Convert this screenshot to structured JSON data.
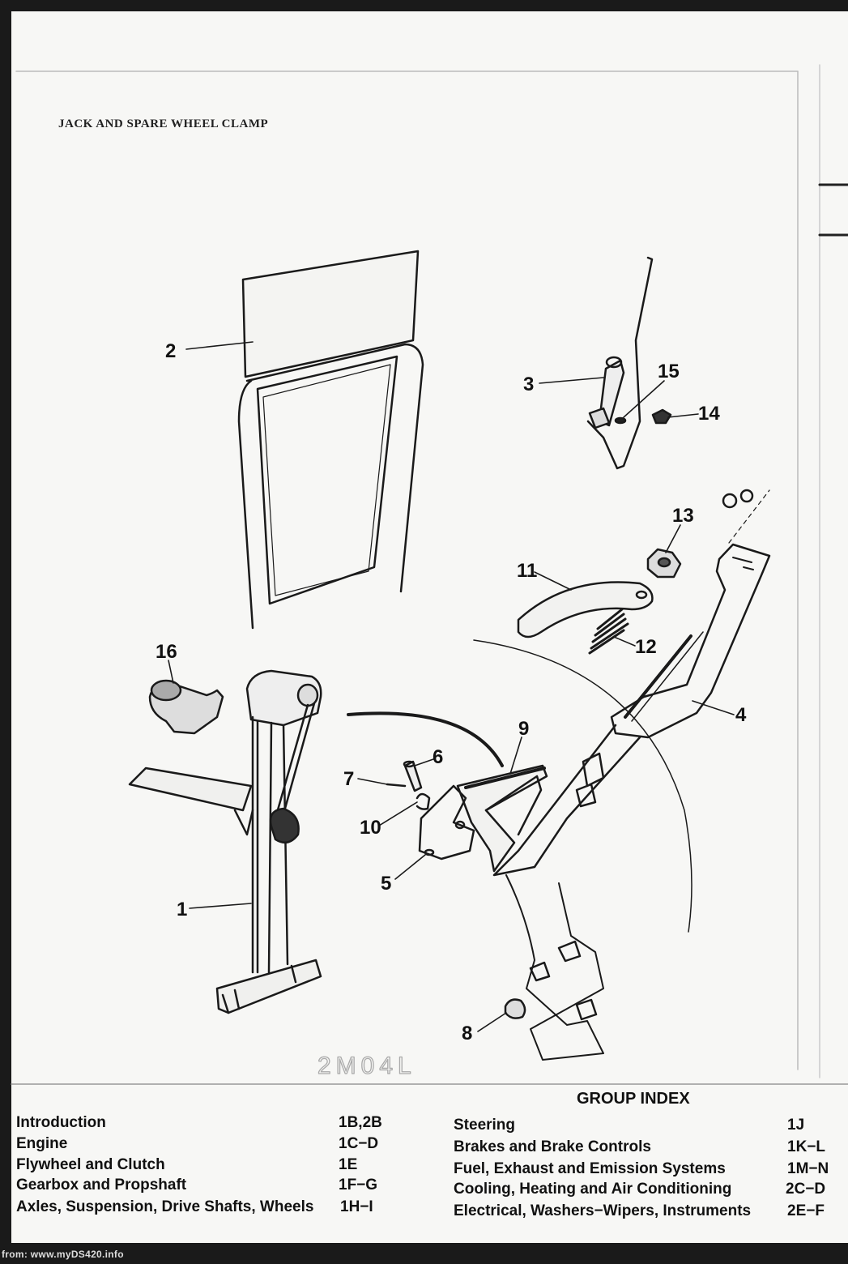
{
  "page": {
    "title": "JACK AND SPARE WHEEL CLAMP"
  },
  "diagram": {
    "callouts": [
      "1",
      "2",
      "3",
      "4",
      "5",
      "6",
      "7",
      "8",
      "9",
      "10",
      "11",
      "12",
      "13",
      "14",
      "15",
      "16"
    ],
    "drawing_code": "2M04L"
  },
  "group_index": {
    "heading": "GROUP INDEX",
    "left": [
      {
        "name": "Introduction",
        "code": "1B,2B"
      },
      {
        "name": "Engine",
        "code": "1C−D"
      },
      {
        "name": "Flywheel and Clutch",
        "code": "1E"
      },
      {
        "name": "Gearbox and Propshaft",
        "code": "1F−G"
      },
      {
        "name": "Axles, Suspension, Drive Shafts, Wheels",
        "code": "1H−I"
      }
    ],
    "right": [
      {
        "name": "Steering",
        "code": "1J"
      },
      {
        "name": "Brakes and Brake Controls",
        "code": "1K−L"
      },
      {
        "name": "Fuel, Exhaust and Emission Systems",
        "code": "1M−N"
      },
      {
        "name": "Cooling, Heating and Air Conditioning",
        "code": "2C−D"
      },
      {
        "name": "Electrical, Washers−Wipers, Instruments",
        "code": "2E−F"
      }
    ]
  },
  "footer": {
    "source": "from: www.myDS420.info"
  }
}
